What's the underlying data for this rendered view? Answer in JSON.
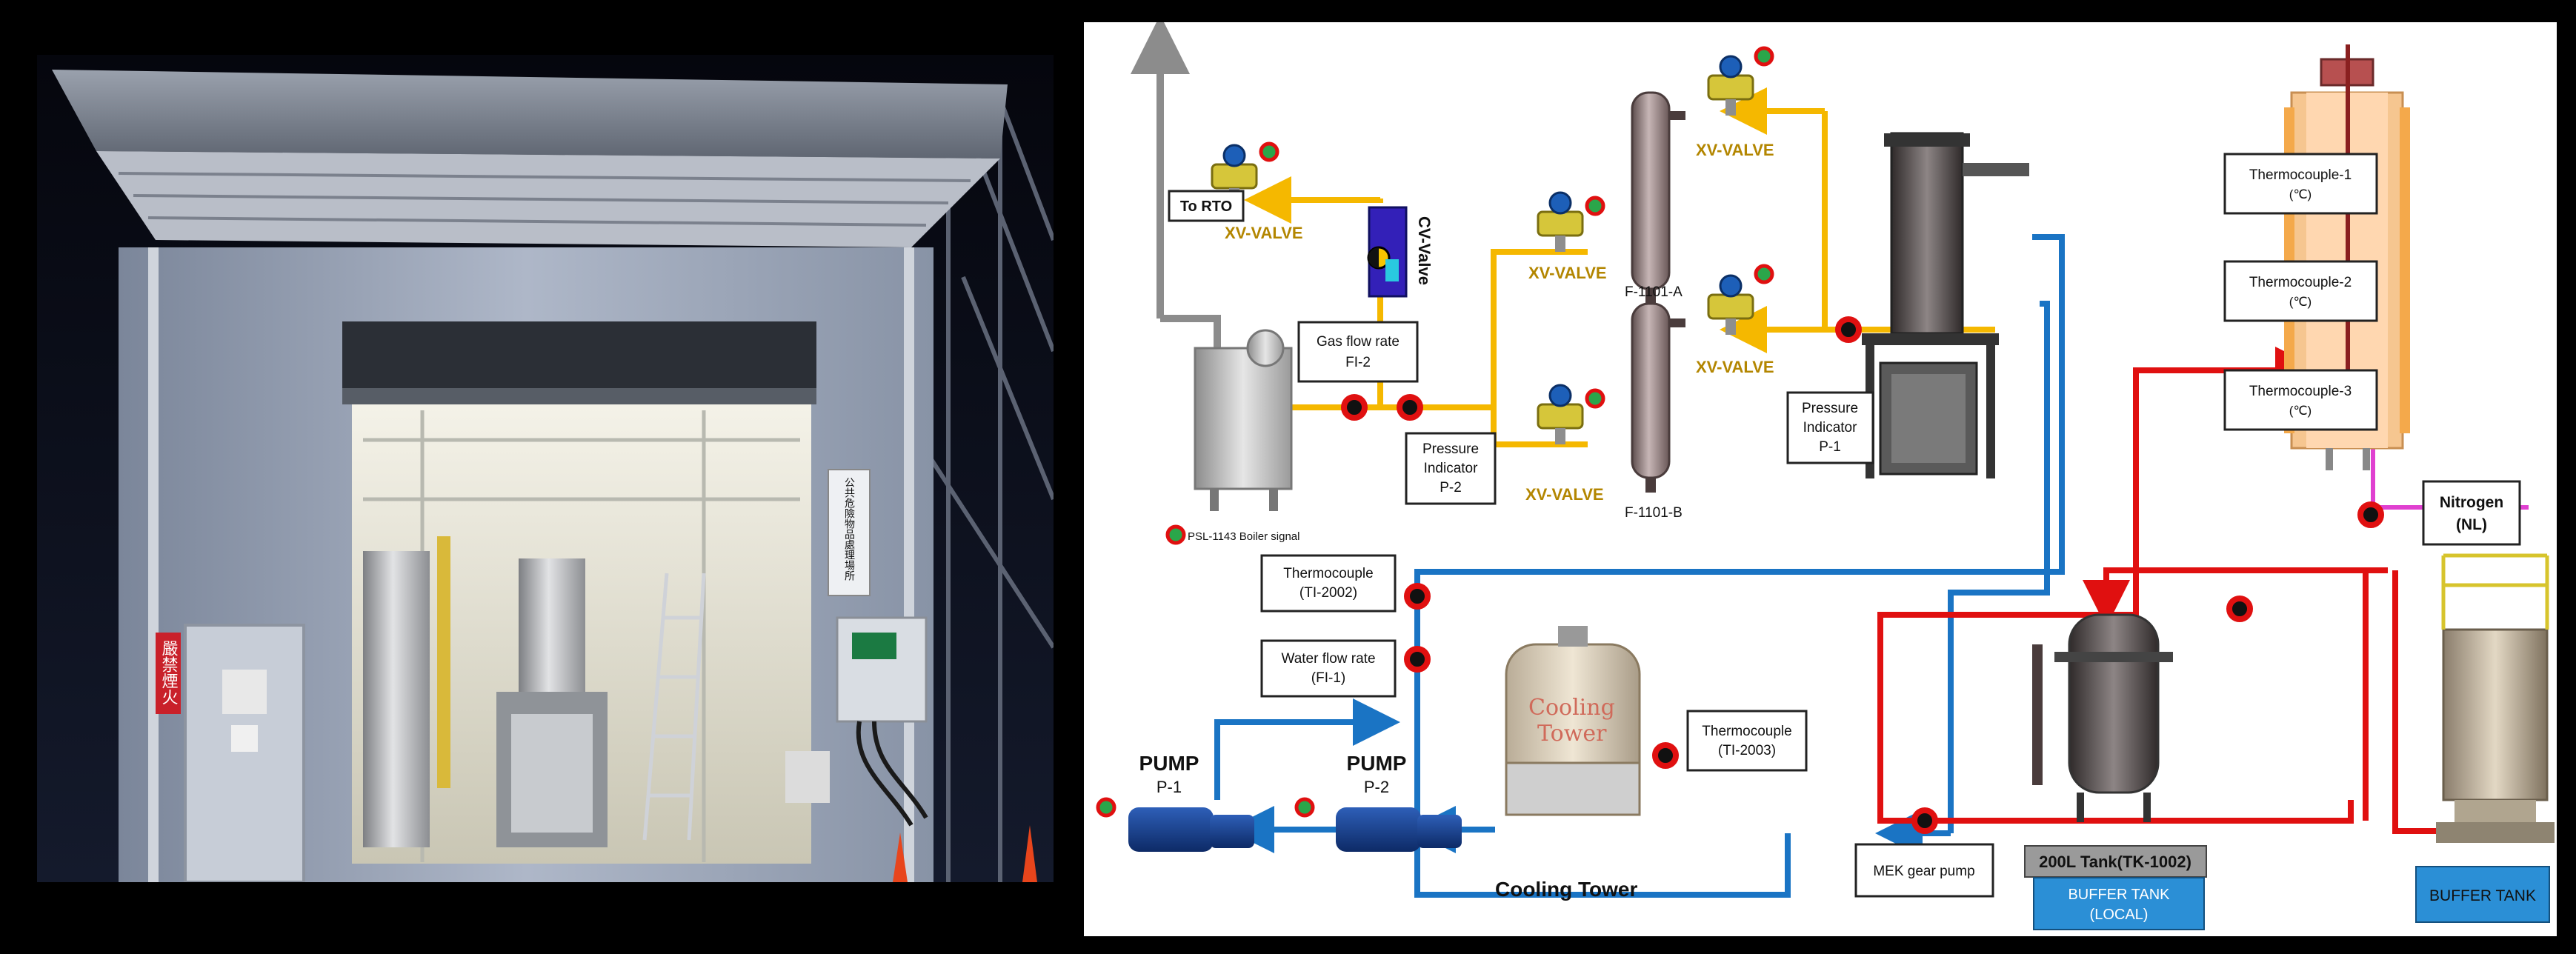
{
  "photo": {
    "signs": {
      "no_fire_sign": "嚴禁煙火",
      "facility_sign": "公共危險物品處理場所"
    }
  },
  "diagram": {
    "to_rto": "To RTO",
    "xv_valve": "XV-VALVE",
    "cv_valve": "CV-Valve",
    "gas_flow_rate": [
      "Gas flow rate",
      "FI-2"
    ],
    "pressure_indicator_p2": [
      "Pressure",
      "Indicator",
      "P-2"
    ],
    "pressure_indicator_p1": [
      "Pressure",
      "Indicator",
      "P-1"
    ],
    "boiler_signal": "PSL-1143 Boiler signal",
    "filter_a": "F-1101-A",
    "filter_b": "F-1101-B",
    "thermocouple_1": [
      "Thermocouple-1",
      "(℃)"
    ],
    "thermocouple_2": [
      "Thermocouple-2",
      "(℃)"
    ],
    "thermocouple_3": [
      "Thermocouple-3",
      "(℃)"
    ],
    "nitrogen": [
      "Nitrogen",
      "(NL)"
    ],
    "thermocouple_ti2002": [
      "Thermocouple",
      "(TI-2002)"
    ],
    "water_flow_rate": [
      "Water flow rate",
      "(FI-1)"
    ],
    "thermocouple_ti2003": [
      "Thermocouple",
      "(TI-2003)"
    ],
    "pump_1": [
      "PUMP",
      "P-1"
    ],
    "pump_2": [
      "PUMP",
      "P-2"
    ],
    "cooling_tower_label": "Cooling Tower",
    "cooling_tower_body": [
      "Cooling",
      "Tower"
    ],
    "mek_gear_pump": "MEK gear pump",
    "tank_label": "200L Tank(TK-1002)",
    "buffer_tank_local": [
      "BUFFER TANK",
      "(LOCAL)"
    ],
    "buffer_tank": "BUFFER TANK",
    "colors": {
      "gas_line": "#f5b800",
      "water_line": "#1a74c4",
      "hot_line": "#e01010",
      "nitrogen_line": "#e040d0",
      "buffer_box": "#2b8fd6"
    }
  }
}
